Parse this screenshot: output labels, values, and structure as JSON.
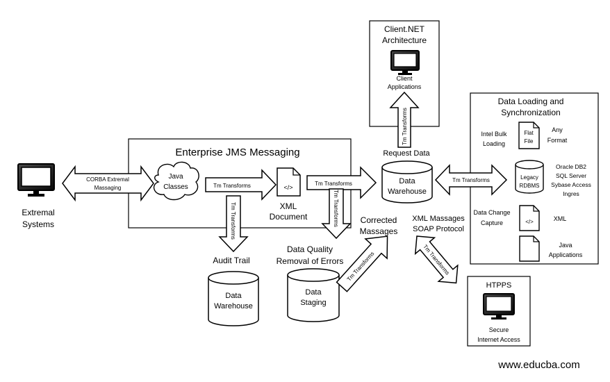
{
  "colors": {
    "ink": "#000000",
    "paper": "#ffffff"
  },
  "icons": [
    "monitor-icon",
    "code-document-icon",
    "database-cylinder-icon",
    "blank-document-icon"
  ],
  "extremal_systems": {
    "line1": "Extremal",
    "line2": "Systems"
  },
  "corba_arrow": {
    "line1": "CORBA Extremal",
    "line2": "Massaging"
  },
  "enterprise": {
    "title": "Enterprise JMS Messaging"
  },
  "java_classes": {
    "line1": "Java",
    "line2": "Classes"
  },
  "transform_label": "Tm Transforms",
  "xml_document": {
    "line1": "XML",
    "line2": "Document"
  },
  "audit_trail": "Audit Trail",
  "data_warehouse_small": {
    "line1": "Data",
    "line2": "Warehouse"
  },
  "data_quality": {
    "line1": "Data Quality",
    "line2": "Removal of Errors"
  },
  "data_staging": {
    "line1": "Data",
    "line2": "Staging"
  },
  "corrected": {
    "line1": "Corrected",
    "line2": "Massages"
  },
  "client_net": {
    "line1": "Client.NET",
    "line2": "Architecture",
    "app1": "Client",
    "app2": "Applications"
  },
  "request_data": "Request Data",
  "central_warehouse": {
    "line1": "Data",
    "line2": "Warehouse"
  },
  "xml_soap": {
    "line1": "XML Massages",
    "line2": "SOAP Protocol"
  },
  "data_loading": {
    "title1": "Data Loading and",
    "title2": "Synchronization",
    "intel1": "Intel Bulk",
    "intel2": "Loading",
    "flat1": "Flat",
    "flat2": "File",
    "any1": "Any",
    "any2": "Format",
    "legacy1": "Legacy",
    "legacy2": "RDBMS",
    "oracle1": "Oracle DB2",
    "oracle2": "SQL Server",
    "oracle3": "Sybase Access",
    "oracle4": "Ingres",
    "capture1": "Data Change",
    "capture2": "Capture",
    "xml": "XML",
    "java1": "Java",
    "java2": "Applications"
  },
  "https": {
    "title": "HTPPS",
    "line1": "Secure",
    "line2": "Internet Access"
  },
  "watermark": "www.educba.com"
}
